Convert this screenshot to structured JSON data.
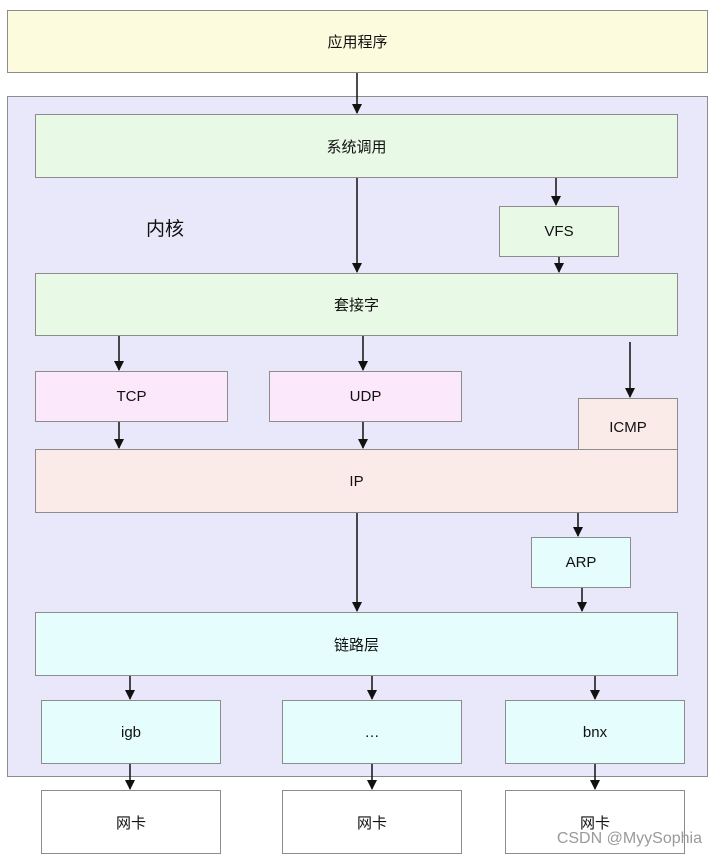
{
  "app_layer": {
    "label": "应用程序"
  },
  "kernel": {
    "title": "内核",
    "syscall": "系统调用",
    "vfs": "VFS",
    "socket": "套接字",
    "tcp": "TCP",
    "udp": "UDP",
    "icmp": "ICMP",
    "ip": "IP",
    "arp": "ARP",
    "link_layer": "链路层",
    "drivers": [
      "igb",
      "…",
      "bnx"
    ]
  },
  "nics": [
    "网卡",
    "网卡",
    "网卡"
  ],
  "watermark": "CSDN @MyySophia",
  "colors": {
    "app": "#fdfbdd",
    "kernel_bg": "#e8e8fa",
    "syscall": "#e8f9e6",
    "vfs": "#e8f9e6",
    "socket": "#e8f9e6",
    "tcp": "#fbe8fb",
    "udp": "#fbe8fb",
    "icmp": "#fbebe8",
    "ip": "#fbebe8",
    "arp": "#e6fdfd",
    "link": "#e6fdfd",
    "driver": "#e6fdfd",
    "nic": "#ffffff"
  }
}
